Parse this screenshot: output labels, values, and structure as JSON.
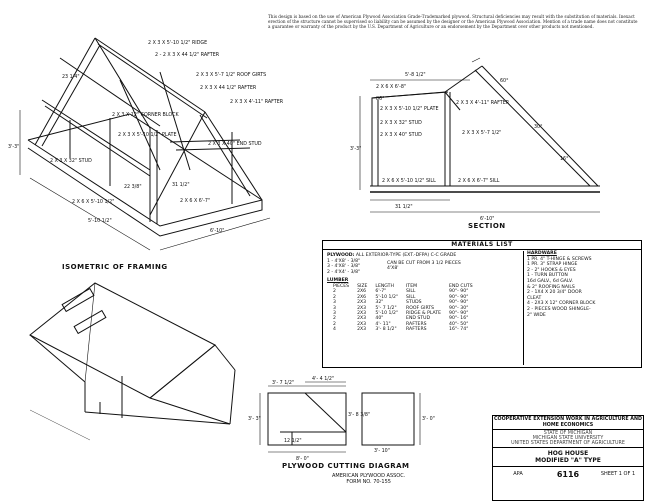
{
  "disclaimer": "This design is based on the use of American Plywood Association Grade-Trademarked plywood. Structural deficiencies may result with the substitution of materials. Inexact erection of the structure cannot be supervised so liability can be assumed by the designer or the American Plywood Association. Mention of a trade name does not constitute a guarantee or warranty of the product by the U.S. Department of Agriculture or an endorsement by the Department over other products not mentioned.",
  "captions": {
    "isometric": "ISOMETRIC OF FRAMING",
    "section": "SECTION",
    "cutting": "PLYWOOD CUTTING DIAGRAM"
  },
  "iso_labels": {
    "ridge": "2 X 3 X 5'-10 1/2\" RIDGE",
    "rafter1": "2 - 2 X 3 X 44 1/2\" RAFTER",
    "girts": "2 X 3 X 5'-7 1/2\" ROOF GIRTS",
    "rafter2": "2 X 3 X 44 1/2\" RAFTER",
    "rafter3": "2 X 3 X 4'-11\" RAFTER",
    "corner": "2 X 3 X 12\" CORNER BLOCK",
    "plate": "2 X 3 X 5'-10 1/2\" PLATE",
    "endstud": "2 X 3 X 40\" END STUD",
    "stud": "2 X 3 X 32\" STUD",
    "dim_h": "3'-3\"",
    "dim_a": "2 X 6 X 5'-10 1/2\"",
    "dim_b": "2 X 6 X 6'-7\"",
    "dim_c": "5'-10 1/2\"",
    "dim_d": "6'-10\"",
    "dim_e": "22 3/8\"",
    "dim_f": "31 1/2\"",
    "dim_g": "23 1/4\""
  },
  "sec_labels": {
    "top": "5'-8 1/2\"",
    "top2": "2 X 6 X 6'-8\"",
    "ang1": "86°",
    "plate": "2 X 3 X 5'-10 1/2\" PLATE",
    "stud32": "2 X 3 X 32\" STUD",
    "stud40": "2 X 3 X 40\" STUD",
    "rafter": "2 X 3 X 4'-11\" RAFTER",
    "x57": "2 X 3 X 5'-7 1/2\"",
    "sill1": "2 X 6 X 5'-10 1/2\" SILL",
    "sill2": "2 X 6 X 6'-7\" SILL",
    "h": "3'-3\"",
    "w1": "31 1/2\"",
    "w2": "6'-10\"",
    "a60": "60°",
    "a30": "30°",
    "a16": "16°"
  },
  "materials": {
    "title": "MATERIALS LIST",
    "plywood_head": "PLYWOOD:",
    "plywood_lines": [
      "ALL EXTERIOR-TYPE (EXT.-DFPA) C-C GRADE",
      "1 - 4'X8' - 3/8\"",
      "3 - 4'X8' - 3/8\"",
      "2 - 4'X4' - 3/8\""
    ],
    "cut_note": "CAN BE CUT FROM 3 1/2 PIECES 4'X8'",
    "lumber_head": "LUMBER",
    "lumber_cols": [
      "PIECES",
      "SIZE",
      "LENGTH",
      "ITEM",
      "END CUTS"
    ],
    "lumber_rows": [
      [
        "2",
        "2X6",
        "6'-7\"",
        "SILL",
        "90°- 90°"
      ],
      [
        "2",
        "2X6",
        "5'-10 1/2\"",
        "SILL",
        "90°- 90°"
      ],
      [
        "3",
        "2X3",
        "32\"",
        "STUDS",
        "90°- 90°"
      ],
      [
        "3",
        "2X3",
        "5'- 7 1/2\"",
        "ROOF GIRTS",
        "90°- 30°"
      ],
      [
        "3",
        "2X3",
        "5'-10 1/2\"",
        "RIDGE & PLATE",
        "90°- 90°"
      ],
      [
        "2",
        "2X3",
        "40\"",
        "END STUD",
        "90°- 16°"
      ],
      [
        "2",
        "2X3",
        "4'- 11\"",
        "RAFTERS",
        "40°- 50°"
      ],
      [
        "4",
        "2X3",
        "3'- 8 1/2\"",
        "RAFTERS",
        "16°- 74°"
      ]
    ],
    "hardware_head": "HARDWARE",
    "hardware_lines": [
      "1 PR. 4\" T-HINGE & SCREWS",
      "1 PR. 3\" STRAP HINGE",
      "2 - 2\" HOOKS & EYES",
      "1 - TURN BUTTON",
      "16d GALV., 6d GALV.",
      "& 2\" ROOFING NAILS",
      "2 - 1X4 X 20 3/4\" DOOR",
      "CLEAT",
      "4 - 2X3 X 12\" CORNER BLOCK",
      "2 - PIECES WOOD SHINGLE-",
      "2\" WIDE"
    ]
  },
  "cutting_labels": {
    "c1": "3'- 7 1/2\"",
    "c2": "4'- 4 1/2\"",
    "c3": "3'- 8 3/8\"",
    "c4": "3'- 3\"",
    "c5": "8'- 0\"",
    "c6": "12 1/2\"",
    "c7": "3'- 0\"",
    "c8": "3'- 10\""
  },
  "title_block": {
    "r1": "COOPERATIVE EXTENSION WORK IN AGRICULTURE AND HOME ECONOMICS",
    "r2a": "STATE OF MICHIGAN",
    "r2b": "MICHIGAN STATE UNIVERSITY",
    "r2c": "UNITED STATES DEPARTMENT OF AGRICULTURE",
    "r3a": "HOG HOUSE",
    "r3b": "MODIFIED \"A\" TYPE",
    "apa": "APA",
    "num": "6116",
    "sheet": "SHEET 1 OF 1"
  },
  "form": {
    "l1": "AMERICAN PLYWOOD ASSOC.",
    "l2": "FORM NO. 70-155"
  }
}
